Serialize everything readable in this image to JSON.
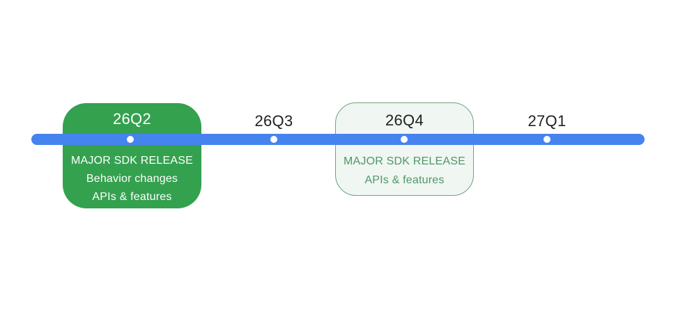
{
  "timeline": {
    "milestones": [
      {
        "label": "26Q2",
        "card": {
          "style": "filled",
          "lines": [
            "MAJOR SDK RELEASE",
            "Behavior changes",
            "APIs & features"
          ]
        }
      },
      {
        "label": "26Q3",
        "card": null
      },
      {
        "label": "26Q4",
        "card": {
          "style": "outlined",
          "lines": [
            "MAJOR SDK RELEASE",
            "APIs & features"
          ]
        }
      },
      {
        "label": "27Q1",
        "card": null
      }
    ],
    "colors": {
      "bar": "#4583EF",
      "dot": "#FFFFFF",
      "card_filled_bg": "#34A14F",
      "card_filled_text": "#FFFFFF",
      "card_outlined_bg": "#F0F6F1",
      "card_outlined_border": "#6FA183",
      "card_outlined_text": "#4F9768",
      "label_text": "#202124"
    }
  }
}
